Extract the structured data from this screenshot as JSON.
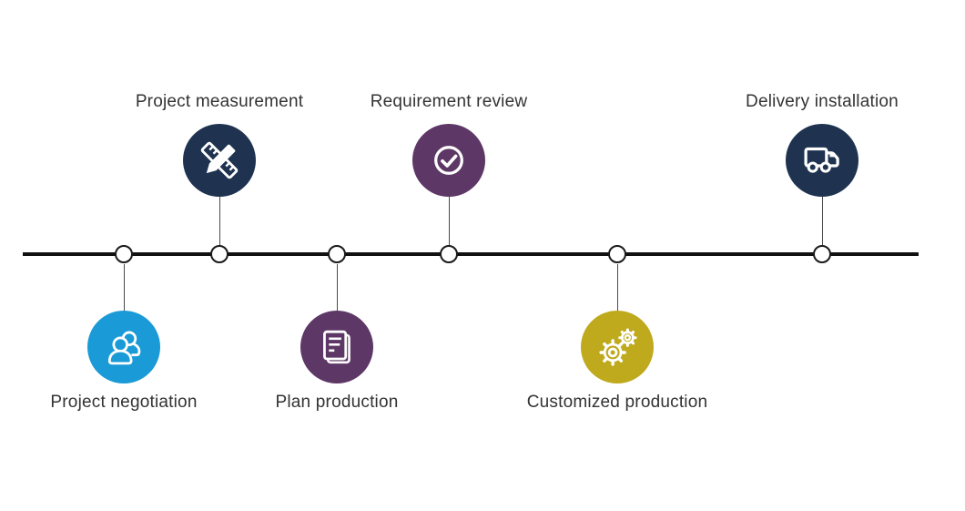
{
  "page": {
    "background": "#ffffff",
    "type": "process-timeline-diagram"
  },
  "timeline": {
    "line_color": "#111111",
    "connector_color": "#4a4a4a",
    "node_fill": "#ffffff",
    "node_border": "#1a1a1a",
    "text_color": "#333333",
    "milestones": [
      {
        "label": "Project negotiation",
        "position": "below",
        "color": "#1a9ad6",
        "icon": "people-icon"
      },
      {
        "label": "Project measurement",
        "position": "above",
        "color": "#1f3350",
        "icon": "ruler-pencil-icon"
      },
      {
        "label": "Plan production",
        "position": "below",
        "color": "#5d3766",
        "icon": "document-icon"
      },
      {
        "label": "Requirement review",
        "position": "above",
        "color": "#5d3766",
        "icon": "check-circle-icon"
      },
      {
        "label": "Customized production",
        "position": "below",
        "color": "#bfa91d",
        "icon": "gears-icon"
      },
      {
        "label": "Delivery installation",
        "position": "above",
        "color": "#1f3350",
        "icon": "truck-icon"
      }
    ]
  }
}
